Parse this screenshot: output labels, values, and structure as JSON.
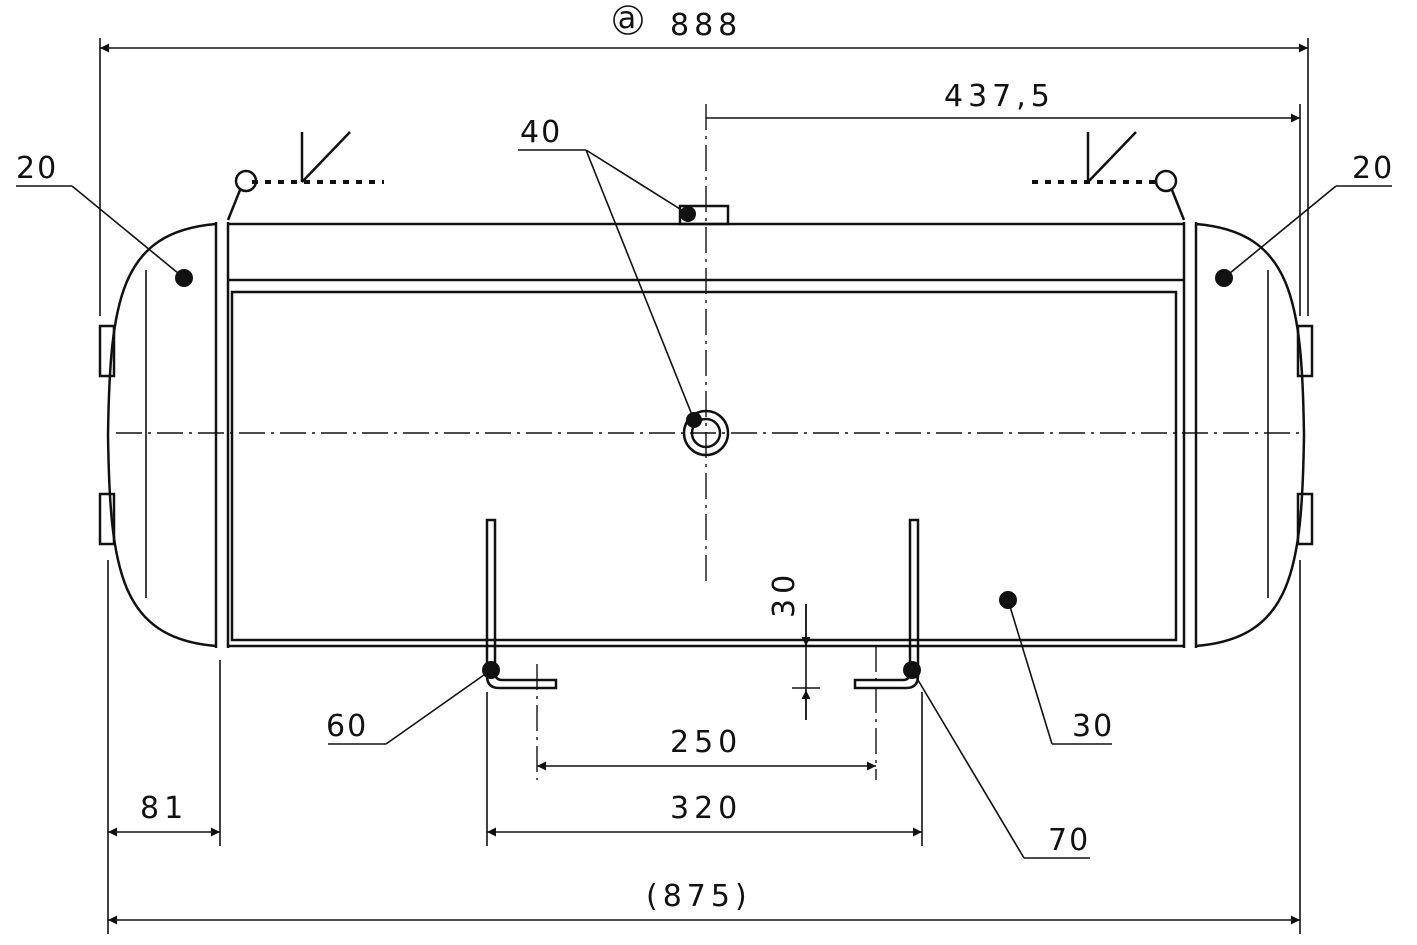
{
  "circle_marker": "a",
  "dimensions": {
    "overall_length": "888",
    "half_length": "437,5",
    "head_length": "81",
    "body_length": "(875)",
    "foot_inner": "250",
    "foot_outer": "320",
    "foot_height": "30"
  },
  "callouts": {
    "head_left": "20",
    "head_right": "20",
    "nozzle": "40",
    "shell": "30",
    "foot_left": "60",
    "foot_right": "70"
  },
  "colors": {
    "ink": "#111111",
    "paper": "#ffffff"
  }
}
